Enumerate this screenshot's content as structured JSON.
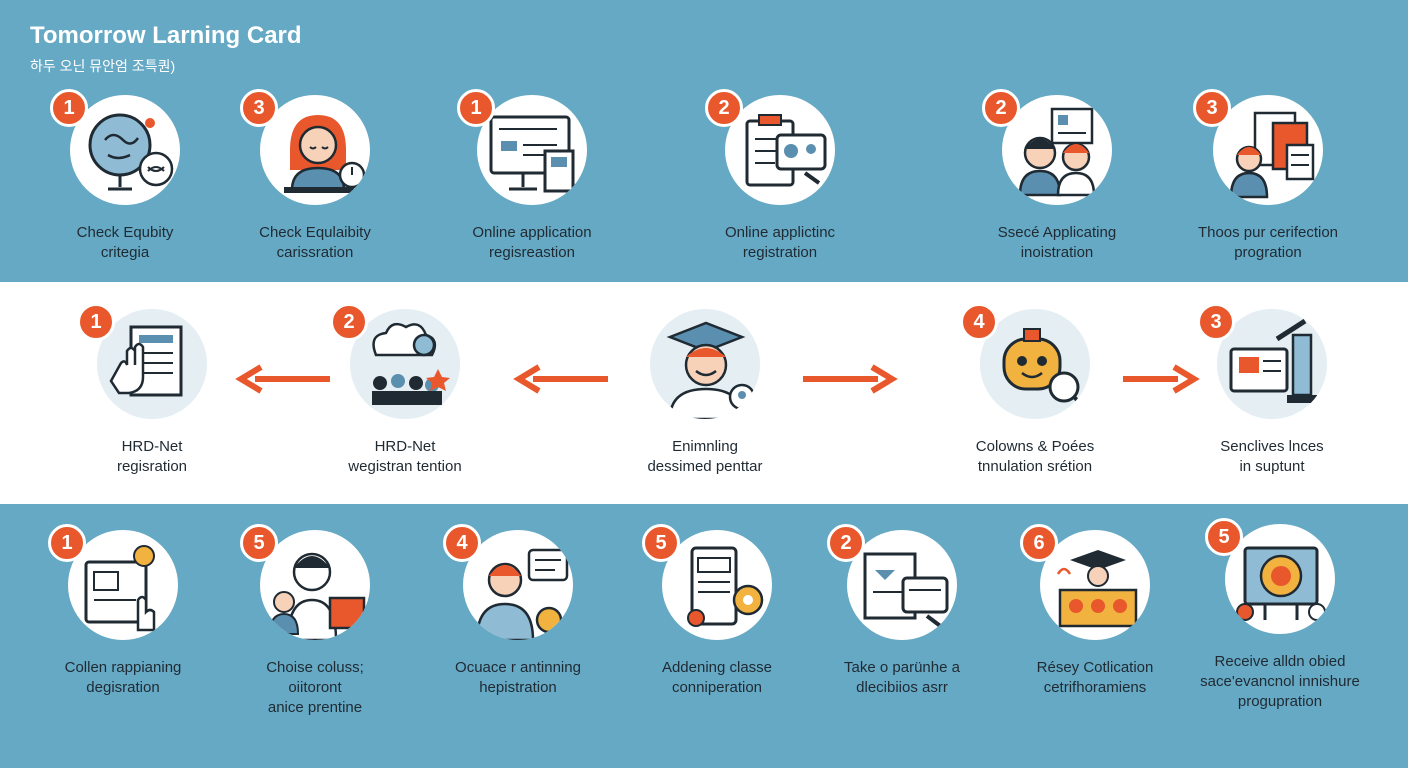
{
  "header": {
    "title": "Tomorrow Larning Card",
    "subtitle": "하두 오닌 뮤안엄 조특퀀)"
  },
  "colors": {
    "band": "#66a9c4",
    "accent": "#e8582c",
    "ink": "#1f2a33",
    "iconBlue": "#5b8fb0"
  },
  "rows": [
    {
      "steps": [
        {
          "badge": "1",
          "label": "Check Equbity\ncritegia",
          "icon": "globe-person-icon"
        },
        {
          "badge": "3",
          "label": "Check Equlaibity\ncarissration",
          "icon": "woman-desk-icon"
        },
        {
          "badge": "1",
          "label": "Online application\nregisreastion",
          "icon": "computer-form-icon"
        },
        {
          "badge": "2",
          "label": "Online  applictinc\nregistration",
          "icon": "clipboard-card-icon"
        },
        {
          "badge": "2",
          "label": "Ssecé Applicating\ninoistration",
          "icon": "two-people-icon"
        },
        {
          "badge": "3",
          "label": "Thoos pur cerifection\nprogration",
          "icon": "person-documents-icon"
        }
      ]
    },
    {
      "steps": [
        {
          "badge": "1",
          "label": "HRD-Net\nregisration",
          "icon": "hand-document-icon"
        },
        {
          "badge": "2",
          "label": "HRD-Net\nwegistran tention",
          "icon": "group-idea-icon"
        },
        {
          "badge": "",
          "label": "Enimnling\ndessimed penttar",
          "icon": "graduate-icon"
        },
        {
          "badge": "4",
          "label": "Colowns & Poées\ntnnulation srétion",
          "icon": "robot-magnifier-icon"
        },
        {
          "badge": "3",
          "label": "Senclives lnces\nin suptunt",
          "icon": "monitor-microscope-icon"
        }
      ]
    },
    {
      "steps": [
        {
          "badge": "1",
          "label": "Collen rappianing\ndegisration",
          "icon": "tablet-touch-icon"
        },
        {
          "badge": "5",
          "label": "Choise coluss;\noiitoront\nanice prentine",
          "icon": "people-folder-icon"
        },
        {
          "badge": "4",
          "label": "Ocuace r antinning\nhepistration",
          "icon": "person-chat-icon"
        },
        {
          "badge": "5",
          "label": "Addening classe\nconniperation",
          "icon": "phone-gear-icon"
        },
        {
          "badge": "2",
          "label": "Take o parünhe a\ndlecibiios asrr",
          "icon": "cards-hand-icon"
        },
        {
          "badge": "6",
          "label": "Résey Cotlication\ncetrifhoramiens",
          "icon": "graduation-class-icon"
        },
        {
          "badge": "5",
          "label": "Receive alldn obied\nsace'evancnol innishure\nprogupration",
          "icon": "certificate-seal-icon"
        }
      ]
    }
  ]
}
